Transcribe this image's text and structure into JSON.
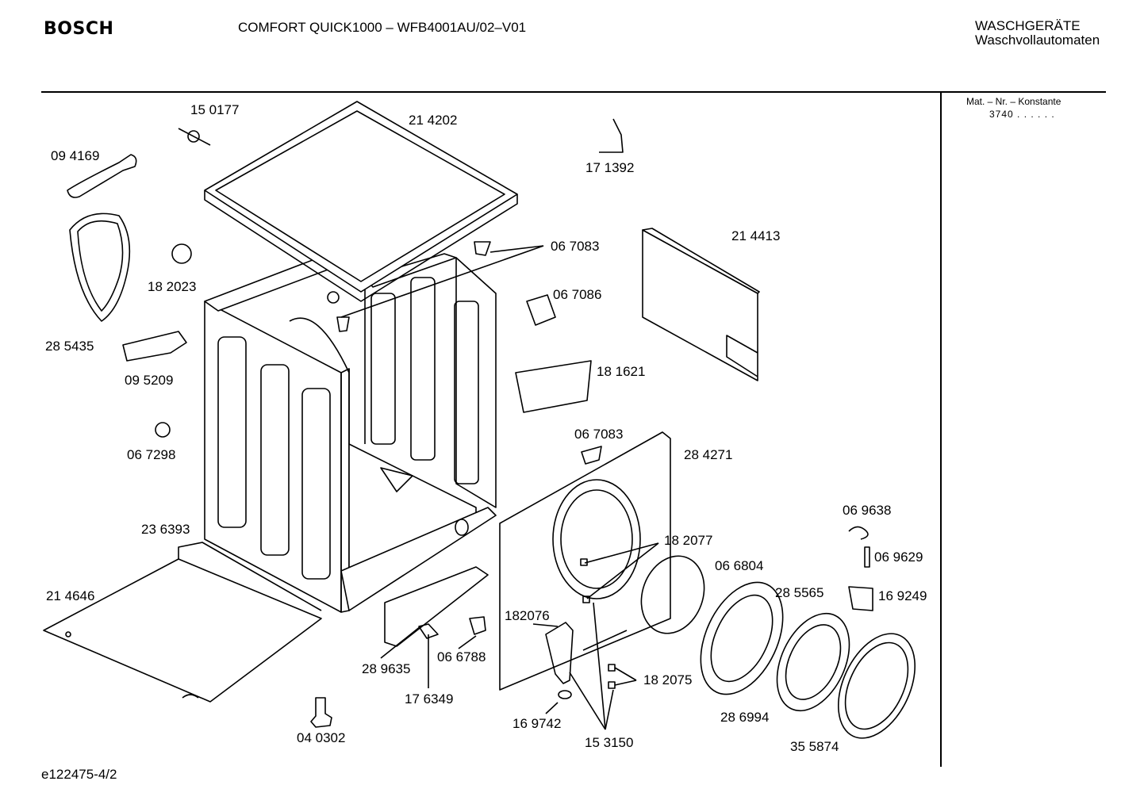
{
  "header": {
    "brand": "BOSCH",
    "model_title": "COMFORT QUICK1000 – WFB4001AU/02–V01",
    "category_line1": "WASCHGERÄTE",
    "category_line2": "Waschvollautomaten"
  },
  "side_panel": {
    "heading": "Mat. – Nr. – Konstante",
    "value": "3740  .  .   .  .  .  ."
  },
  "footer": {
    "drawing_id": "e122475-4/2"
  },
  "part_labels": {
    "p150177": "15 0177",
    "p214202": "21 4202",
    "p171392": "17 1392",
    "p094169": "09 4169",
    "p214413": "21 4413",
    "p067083_top": "06 7083",
    "p182023": "18 2023",
    "p067086": "06 7086",
    "p285435": "28 5435",
    "p095209": "09 5209",
    "p181621": "18 1621",
    "p067298": "06 7298",
    "p067083_mid": "06 7083",
    "p284271": "28 4271",
    "p069638": "06 9638",
    "p236393": "23 6393",
    "p182077": "18 2077",
    "p069629": "06 9629",
    "p066804": "06 6804",
    "p214646": "21 4646",
    "p285565": "28 5565",
    "p169249": "16 9249",
    "p182076": "182076",
    "p289635": "28 9635",
    "p066788": "06 6788",
    "p182075": "18 2075",
    "p176349": "17 6349",
    "p286994": "28 6994",
    "p169742": "16 9742",
    "p040302": "04 0302",
    "p153150": "15 3150",
    "p355874": "35 5874"
  }
}
